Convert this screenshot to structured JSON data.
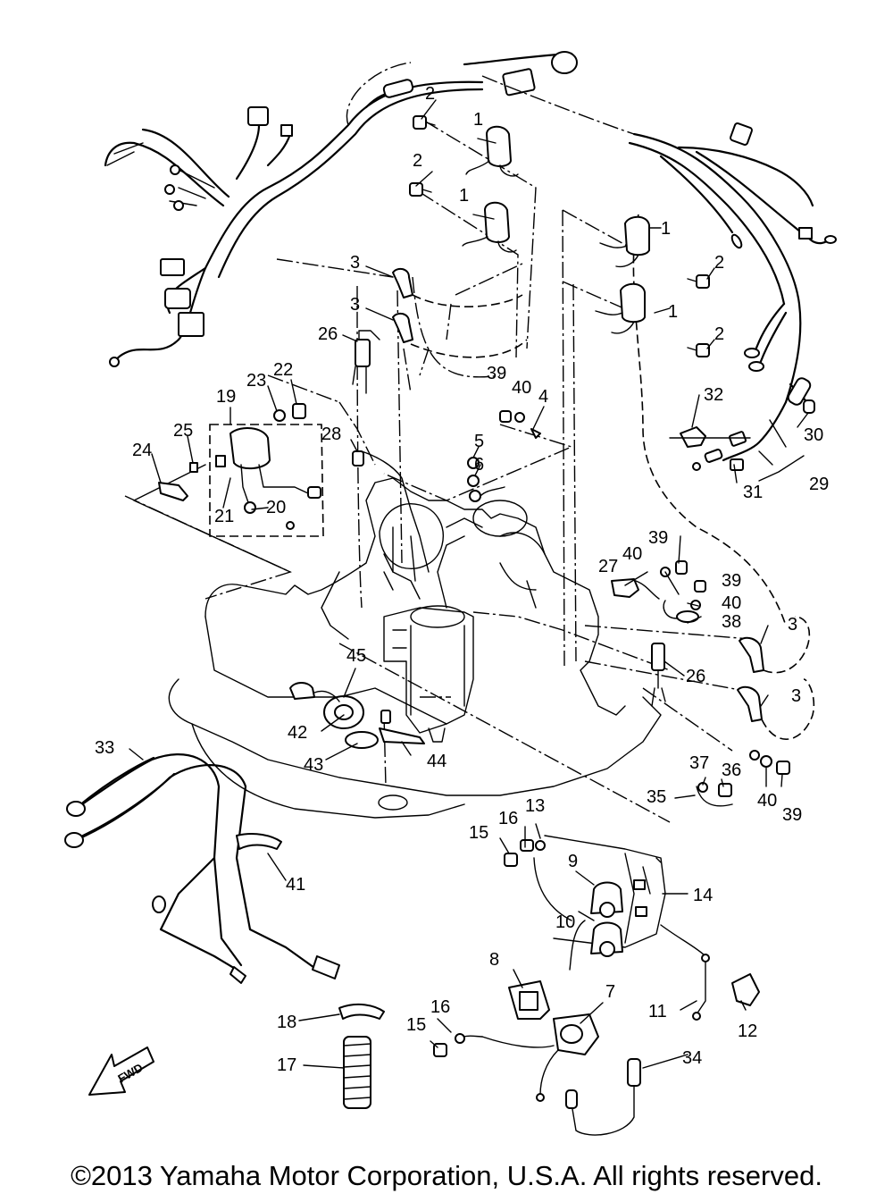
{
  "callouts": {
    "c1a": "1",
    "c1b": "1",
    "c1c": "1",
    "c1d": "1",
    "c2a": "2",
    "c2b": "2",
    "c2c": "2",
    "c2d": "2",
    "c3a": "3",
    "c3b": "3",
    "c3c": "3",
    "c3d": "3",
    "c4": "4",
    "c5": "5",
    "c6": "6",
    "c7": "7",
    "c8": "8",
    "c9": "9",
    "c10": "10",
    "c11": "11",
    "c12": "12",
    "c13": "13",
    "c14": "14",
    "c15a": "15",
    "c15b": "15",
    "c16a": "16",
    "c16b": "16",
    "c17": "17",
    "c18": "18",
    "c19": "19",
    "c20": "20",
    "c21": "21",
    "c22": "22",
    "c23": "23",
    "c24": "24",
    "c25": "25",
    "c26a": "26",
    "c26b": "26",
    "c27": "27",
    "c28": "28",
    "c29": "29",
    "c30": "30",
    "c31": "31",
    "c32": "32",
    "c33": "33",
    "c34": "34",
    "c35": "35",
    "c36": "36",
    "c37": "37",
    "c38": "38",
    "c39a": "39",
    "c39b": "39",
    "c39c": "39",
    "c39d": "39",
    "c40a": "40",
    "c40b": "40",
    "c40c": "40",
    "c40d": "40",
    "c41": "41",
    "c42": "42",
    "c43": "43",
    "c44": "44",
    "c45": "45"
  },
  "fwd_label": "FWD",
  "copyright": "©2013 Yamaha Motor Corporation, U.S.A. All rights reserved."
}
